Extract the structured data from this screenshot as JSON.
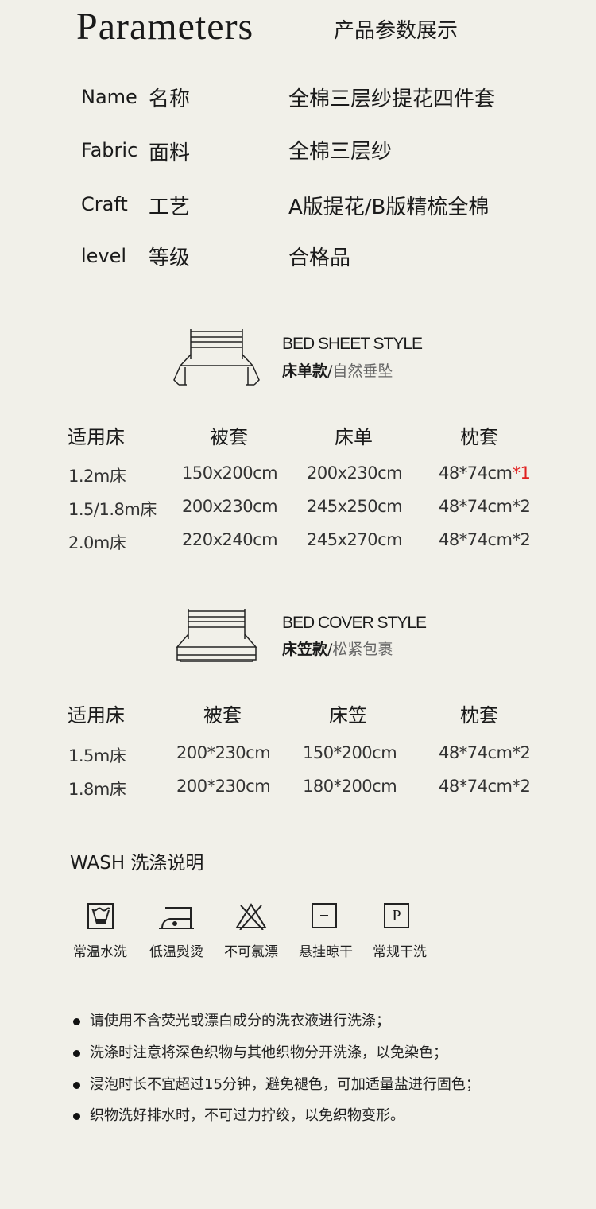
{
  "header": {
    "title": "Parameters",
    "subtitle": "产品参数展示"
  },
  "params": [
    {
      "en": "Name",
      "cn": "名称",
      "value": "全棉三层纱提花四件套"
    },
    {
      "en": "Fabric",
      "cn": "面料",
      "value": "全棉三层纱"
    },
    {
      "en": "Craft",
      "cn": "工艺",
      "value": "A版提花/B版精梳全棉"
    },
    {
      "en": "level",
      "cn": "等级",
      "value": "合格品"
    }
  ],
  "sheet": {
    "en": "BED SHEET STYLE",
    "cn_bold": "床单款",
    "cn_sep": "/",
    "cn_light": "自然垂坠",
    "headers": [
      "适用床",
      "被套",
      "床单",
      "枕套"
    ],
    "rows": [
      [
        "1.2m床",
        "150x200cm",
        "200x230cm",
        "48*74cm",
        "*1"
      ],
      [
        "1.5/1.8m床",
        "200x230cm",
        "245x250cm",
        "48*74cm",
        "*2"
      ],
      [
        "2.0m床",
        "220x240cm",
        "245x270cm",
        "48*74cm",
        "*2"
      ]
    ]
  },
  "cover": {
    "en": "BED COVER STYLE",
    "cn_bold": "床笠款",
    "cn_sep": "/",
    "cn_light": "松紧包裹",
    "headers": [
      "适用床",
      "被套",
      "床笠",
      "枕套"
    ],
    "rows": [
      [
        "1.5m床",
        "200*230cm",
        "150*200cm",
        "48*74cm*2"
      ],
      [
        "1.8m床",
        "200*230cm",
        "180*200cm",
        "48*74cm*2"
      ]
    ]
  },
  "wash": {
    "title": "WASH 洗涤说明",
    "icons": [
      {
        "icon": "wash-tub-icon",
        "label": "常温水洗"
      },
      {
        "icon": "iron-icon",
        "label": "低温熨烫"
      },
      {
        "icon": "no-bleach-icon",
        "label": "不可氯漂"
      },
      {
        "icon": "hang-dry-icon",
        "label": "悬挂晾干"
      },
      {
        "icon": "dry-clean-icon",
        "label": "常规干洗",
        "glyph": "P"
      }
    ],
    "notes": [
      "请使用不含荧光或漂白成分的洗衣液进行洗涤；",
      "洗涤时注意将深色织物与其他织物分开洗涤，以免染色；",
      "浸泡时长不宜超过15分钟，避免褪色，可加适量盐进行固色；",
      "织物洗好排水时，不可过力拧绞，以免织物变形。"
    ]
  }
}
